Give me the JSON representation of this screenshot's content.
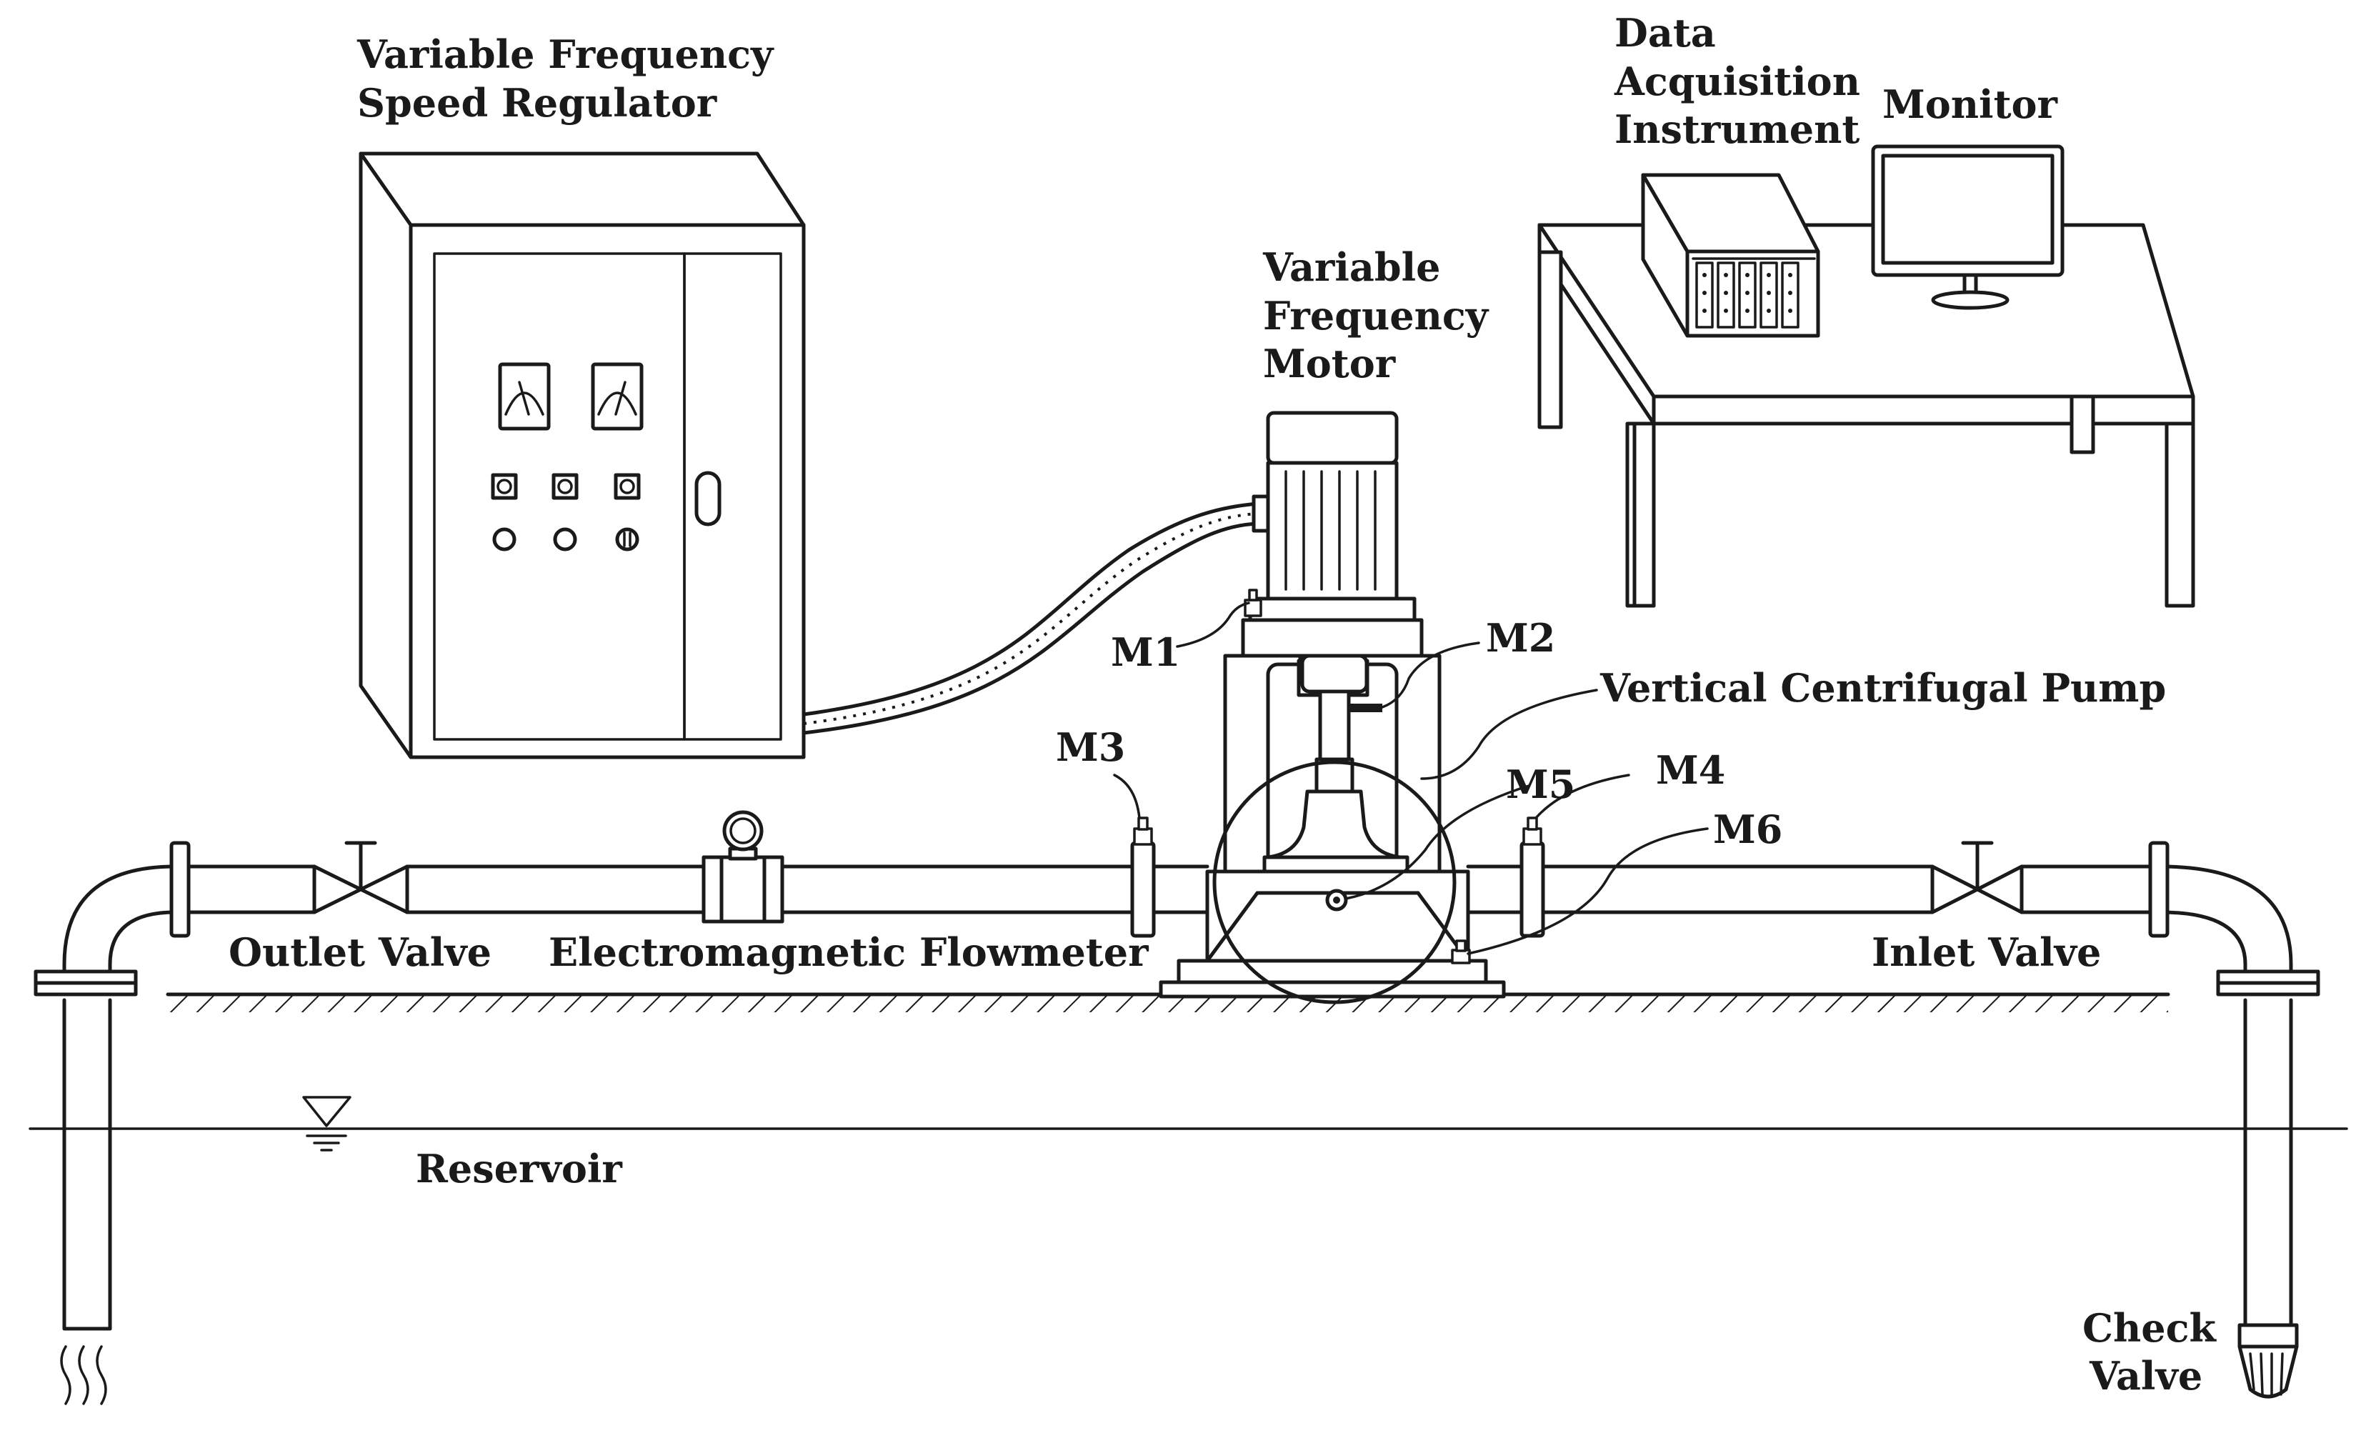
{
  "labels": {
    "vf_speed_regulator": [
      "Variable Frequency",
      "Speed Regulator"
    ],
    "vf_motor": [
      "Variable",
      "Frequency",
      "Motor"
    ],
    "data_acquisition": [
      "Data",
      "Acquisition",
      "Instrument"
    ],
    "monitor": "Monitor",
    "vertical_pump": "Vertical Centrifugal Pump",
    "outlet_valve": "Outlet Valve",
    "flowmeter": "Electromagnetic Flowmeter",
    "inlet_valve": "Inlet Valve",
    "reservoir": "Reservoir",
    "check_valve": [
      "Check",
      "Valve"
    ]
  },
  "measuring_points": [
    "M1",
    "M2",
    "M3",
    "M4",
    "M5",
    "M6"
  ],
  "colors": {
    "line": "#1a1a1a",
    "background": "#ffffff"
  }
}
